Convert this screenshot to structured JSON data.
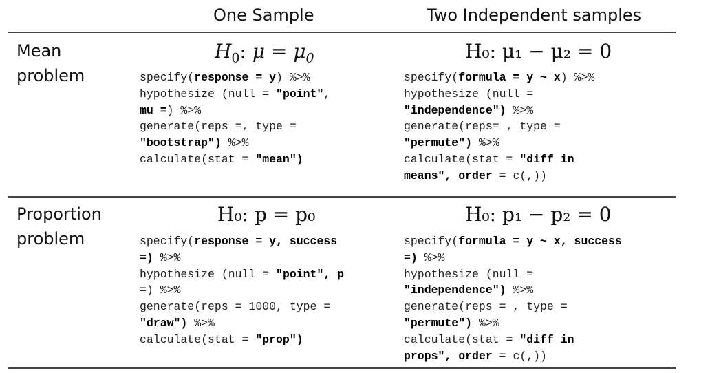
{
  "headers": {
    "one_sample": "One Sample",
    "two_samples": "Two Independent samples"
  },
  "rows": [
    {
      "label": [
        "Mean",
        "problem"
      ],
      "one_sample": {
        "formula": {
          "lhs": "H",
          "lhs_sub": "0",
          "colon": ":",
          "body": "μ = μ",
          "body_sub": "0"
        },
        "code": [
          [
            [
              "n",
              "specify("
            ],
            [
              "b",
              "response = y"
            ],
            [
              "n",
              ") %>%"
            ]
          ],
          [
            [
              "n",
              "hypothesize (null = "
            ],
            [
              "b",
              "\"point\""
            ],
            [
              "n",
              ","
            ]
          ],
          [
            [
              "b",
              "mu ="
            ],
            [
              "n",
              ") %>%"
            ]
          ],
          [
            [
              "n",
              "generate(reps =, type ="
            ]
          ],
          [
            [
              "b",
              "\"bootstrap\")"
            ],
            [
              "n",
              " %>%"
            ]
          ],
          [
            [
              "n",
              "calculate(stat = "
            ],
            [
              "b",
              "\"mean\")"
            ]
          ]
        ]
      },
      "two_samples": {
        "formula": {
          "text": "H₀: μ₁ − μ₂ = 0"
        },
        "code": [
          [
            [
              "n",
              "specify("
            ],
            [
              "b",
              "formula = y ~ x"
            ],
            [
              "n",
              ") %>%"
            ]
          ],
          [
            [
              "n",
              "hypothesize (null ="
            ]
          ],
          [
            [
              "b",
              "\"independence\")"
            ],
            [
              "n",
              " %>%"
            ]
          ],
          [
            [
              "n",
              "generate(reps= , type ="
            ]
          ],
          [
            [
              "b",
              "\"permute\")"
            ],
            [
              "n",
              " %>%"
            ]
          ],
          [
            [
              "n",
              "calculate(stat = "
            ],
            [
              "b",
              "\"diff in"
            ]
          ],
          [
            [
              "b",
              "means\", order"
            ],
            [
              "n",
              " = c(,))"
            ]
          ]
        ]
      }
    },
    {
      "label": [
        "Proportion",
        "problem"
      ],
      "one_sample": {
        "formula": {
          "text": "H₀: p = p₀"
        },
        "code": [
          [
            [
              "n",
              "specify("
            ],
            [
              "b",
              "response = y, success"
            ]
          ],
          [
            [
              "b",
              "=)"
            ],
            [
              "n",
              " %>%"
            ]
          ],
          [
            [
              "n",
              "hypothesize (null = "
            ],
            [
              "b",
              "\"point\", p"
            ]
          ],
          [
            [
              "n",
              "=) %>%"
            ]
          ],
          [
            [
              "n",
              "generate(reps = 1000, type ="
            ]
          ],
          [
            [
              "b",
              "\"draw\")"
            ],
            [
              "n",
              " %>%"
            ]
          ],
          [
            [
              "n",
              "calculate(stat = "
            ],
            [
              "b",
              "\"prop\")"
            ]
          ]
        ]
      },
      "two_samples": {
        "formula": {
          "text": "H₀: p₁ − p₂ = 0"
        },
        "code": [
          [
            [
              "n",
              "specify("
            ],
            [
              "b",
              "formula = y ~ x, success"
            ]
          ],
          [
            [
              "b",
              "=)"
            ],
            [
              "n",
              " %>%"
            ]
          ],
          [
            [
              "n",
              "hypothesize (null ="
            ]
          ],
          [
            [
              "b",
              "\"independence\")"
            ],
            [
              "n",
              " %>%"
            ]
          ],
          [
            [
              "n",
              "generate(reps = , type ="
            ]
          ],
          [
            [
              "b",
              "\"permute\")"
            ],
            [
              "n",
              " %>%"
            ]
          ],
          [
            [
              "n",
              "calculate(stat = "
            ],
            [
              "b",
              "\"diff in"
            ]
          ],
          [
            [
              "b",
              "props\", order"
            ],
            [
              "n",
              " = c(,))"
            ]
          ]
        ]
      }
    }
  ]
}
